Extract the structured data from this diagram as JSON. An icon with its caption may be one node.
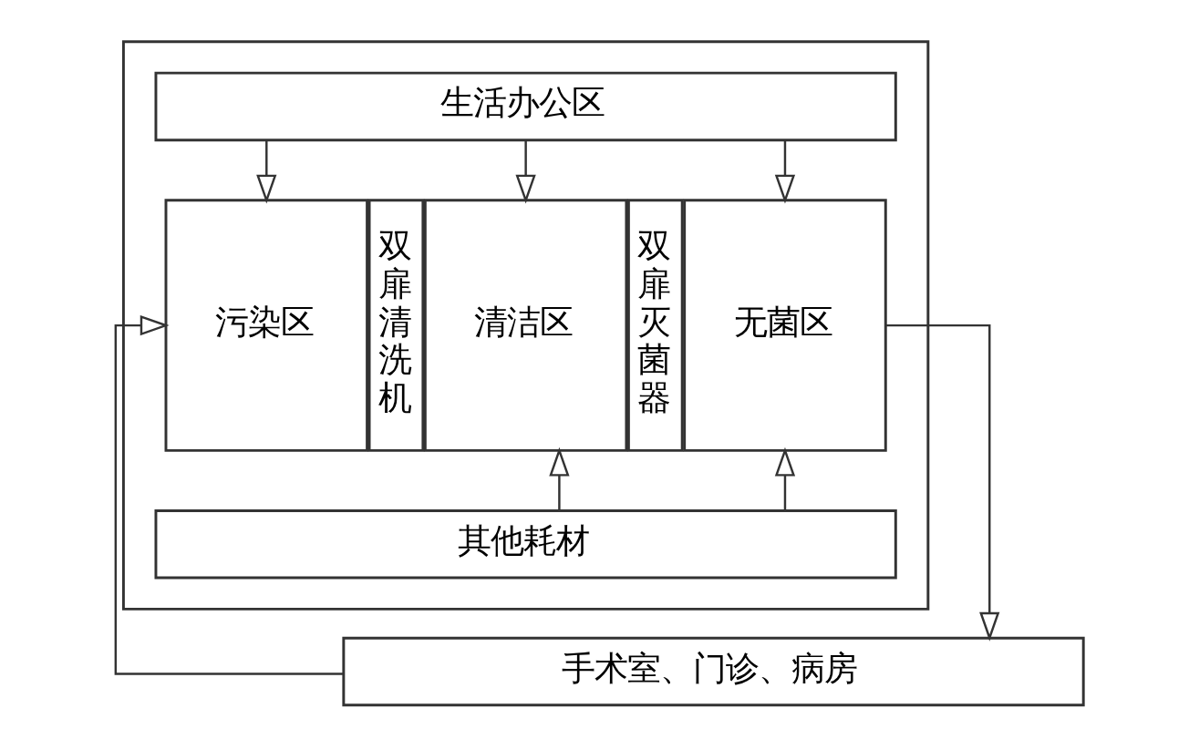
{
  "diagram": {
    "nodes": [
      {
        "text": [],
        "shape": "box"
      },
      {
        "text": [
          "生活办公区"
        ],
        "in": 0
      },
      {
        "text": [
          "污染区"
        ],
        "in": 0
      },
      {
        "text": [
          "双扉清洗机"
        ],
        "in": 0
      },
      {
        "text": [
          "清洁区"
        ],
        "in": 0
      },
      {
        "text": [
          "双扉灭菌器"
        ],
        "in": 0
      },
      {
        "text": [
          "无菌区"
        ],
        "in": 0
      },
      {
        "text": [
          "其他耗材"
        ],
        "in": 0
      },
      {
        "text": [
          "手术室、门诊、病房"
        ]
      }
    ],
    "edges": [
      {
        "from": 1,
        "to": 2,
        "arrow": "to"
      },
      {
        "from": 1,
        "to": 4,
        "arrow": "to"
      },
      {
        "from": 1,
        "to": 6,
        "arrow": "to"
      },
      {
        "from": 7,
        "to": 4,
        "arrow": "to"
      },
      {
        "from": 7,
        "to": 6,
        "arrow": "to"
      },
      {
        "from": 8,
        "to": 2,
        "arrow": "to"
      },
      {
        "from": 6,
        "to": 8,
        "arrow": "to"
      }
    ]
  }
}
